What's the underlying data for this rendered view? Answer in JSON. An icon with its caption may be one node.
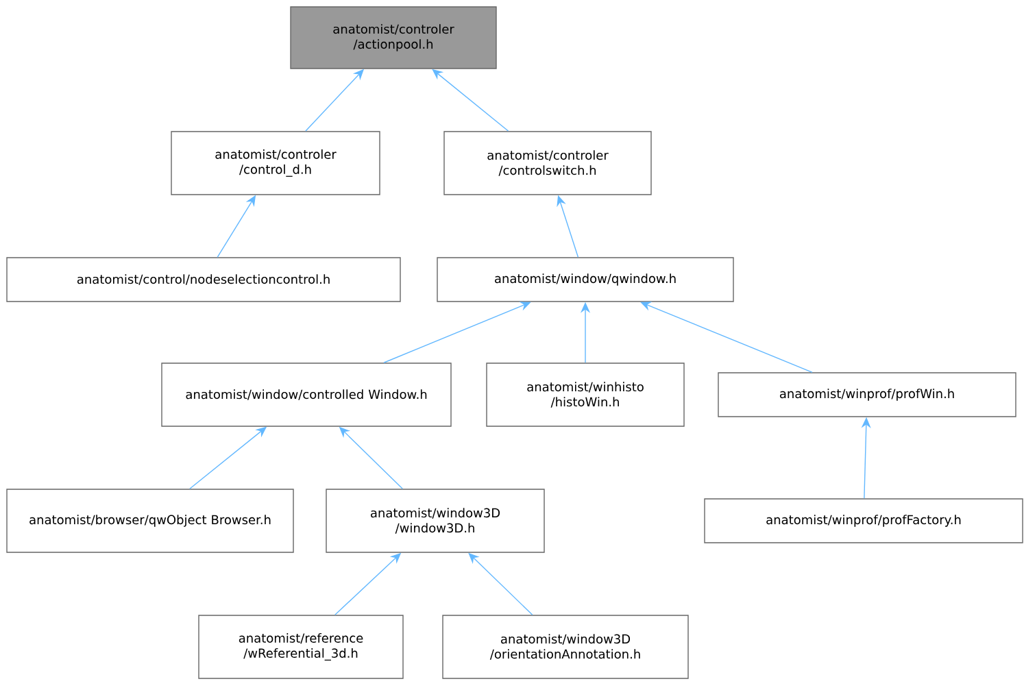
{
  "diagram": {
    "nodes": [
      {
        "text": [
          "anatomist/controler /actionpool.h"
        ]
      },
      {
        "text": [
          "anatomist/controler /control_d.h"
        ]
      },
      {
        "text": [
          "anatomist/controler /controlswitch.h"
        ]
      },
      {
        "text": [
          "anatomist/control/nodeselectioncontrol.h"
        ]
      },
      {
        "text": [
          "anatomist/window/qwindow.h"
        ]
      },
      {
        "text": [
          "anatomist/window/controlled Window.h"
        ]
      },
      {
        "text": [
          "anatomist/winhisto /histoWin.h"
        ]
      },
      {
        "text": [
          "anatomist/winprof/profWin.h"
        ]
      },
      {
        "text": [
          "anatomist/browser/qwObject Browser.h"
        ]
      },
      {
        "text": [
          "anatomist/window3D /window3D.h"
        ]
      },
      {
        "text": [
          "anatomist/winprof/profFactory.h"
        ]
      },
      {
        "text": [
          "anatomist/reference /wReferential_3d.h"
        ]
      },
      {
        "text": [
          "anatomist/window3D /orientationAnnotation.h"
        ]
      }
    ],
    "edges": [
      {
        "from": 1,
        "to": 0,
        "arrow": "to"
      },
      {
        "from": 2,
        "to": 0,
        "arrow": "to"
      },
      {
        "from": 3,
        "to": 1,
        "arrow": "to"
      },
      {
        "from": 4,
        "to": 2,
        "arrow": "to"
      },
      {
        "from": 5,
        "to": 4,
        "arrow": "to"
      },
      {
        "from": 6,
        "to": 4,
        "arrow": "to"
      },
      {
        "from": 7,
        "to": 4,
        "arrow": "to"
      },
      {
        "from": 8,
        "to": 5,
        "arrow": "to"
      },
      {
        "from": 9,
        "to": 5,
        "arrow": "to"
      },
      {
        "from": 10,
        "to": 7,
        "arrow": "to"
      },
      {
        "from": 11,
        "to": 9,
        "arrow": "to"
      },
      {
        "from": 12,
        "to": 9,
        "arrow": "to"
      }
    ]
  }
}
